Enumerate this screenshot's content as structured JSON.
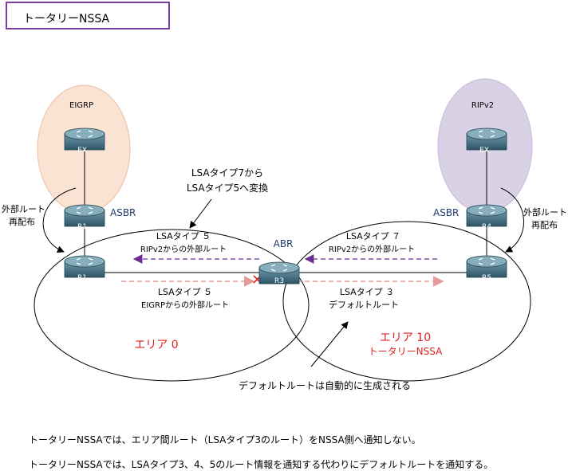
{
  "title": "トータリーNSSA",
  "domains": {
    "eigrp": "EIGRP",
    "ripv2": "RIPv2"
  },
  "routers": {
    "ex_left": "EX",
    "r1_top": "R1",
    "r1": "R1",
    "r3": "R3",
    "r4": "R4",
    "r5": "R5",
    "ex_right": "EX"
  },
  "roles": {
    "asbr_left": "ASBR",
    "asbr_right": "ASBR",
    "abr": "ABR"
  },
  "redistribute": {
    "left_line1": "外部ルート",
    "left_line2": "再配布",
    "right_line1": "外部ルート",
    "right_line2": "再配布"
  },
  "convert": {
    "line1": "LSAタイプ7から",
    "line2": "LSAタイプ5へ変換"
  },
  "lsa": {
    "left_top_type": "LSAタイプ ５",
    "left_top_desc": "RIPv2からの外部ルート",
    "left_bottom_type": "LSAタイプ ５",
    "left_bottom_desc": "EIGRPからの外部ルート",
    "right_top_type": "LSAタイプ ７",
    "right_top_desc": "RIPv2からの外部ルート",
    "right_bottom_type": "LSAタイプ ３",
    "right_bottom_desc": "デフォルトルート"
  },
  "areas": {
    "area0": "エリア 0",
    "area10": "エリア 10",
    "area10_sub": "トータリーNSSA"
  },
  "default_note": "デフォルトルートは自動的に生成される",
  "notes": [
    "トータリーNSSAでは、エリア間ルート（LSAタイプ3のルート）をNSSA側へ通知しない。",
    "トータリーNSSAでは、LSAタイプ3、4、5のルート情報を通知する代わりにデフォルトルートを通知する。"
  ],
  "colors": {
    "title_border": "#7a3ea0",
    "eigrp_fill": "#fbe3d3",
    "rip_fill": "#d9d2e6",
    "role_text": "#1f3a6e",
    "area_text": "#e02020",
    "arrow_purple": "#6a2c91",
    "arrow_pink": "#e59a9a",
    "router_body": "#3e6f84"
  }
}
